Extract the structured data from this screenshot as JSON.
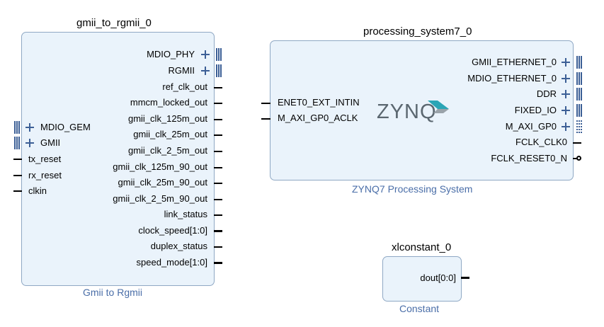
{
  "gmii": {
    "instance_name": "gmii_to_rgmii_0",
    "title": "Gmii to Rgmii",
    "left_ports": [
      "MDIO_GEM",
      "GMII",
      "tx_reset",
      "rx_reset",
      "clkin"
    ],
    "right_ports": [
      "MDIO_PHY",
      "RGMII",
      "ref_clk_out",
      "mmcm_locked_out",
      "gmii_clk_125m_out",
      "gmii_clk_25m_out",
      "gmii_clk_2_5m_out",
      "gmii_clk_125m_90_out",
      "gmii_clk_25m_90_out",
      "gmii_clk_2_5m_90_out",
      "link_status",
      "clock_speed[1:0]",
      "duplex_status",
      "speed_mode[1:0]"
    ]
  },
  "ps7": {
    "instance_name": "processing_system7_0",
    "title": "ZYNQ7 Processing System",
    "logo_text": "ZYNQ",
    "left_ports": [
      "ENET0_EXT_INTIN",
      "M_AXI_GP0_ACLK"
    ],
    "right_ports": [
      "GMII_ETHERNET_0",
      "MDIO_ETHERNET_0",
      "DDR",
      "FIXED_IO",
      "M_AXI_GP0",
      "FCLK_CLK0",
      "FCLK_RESET0_N"
    ]
  },
  "xlconst": {
    "instance_name": "xlconstant_0",
    "title": "Constant",
    "right_ports": [
      "dout[0:0]"
    ]
  },
  "colors": {
    "block_fill": "#eaf3fb",
    "block_border": "#8fa8c4",
    "title_text": "#4a6ea8",
    "interface_icon": "#3c5f96"
  }
}
